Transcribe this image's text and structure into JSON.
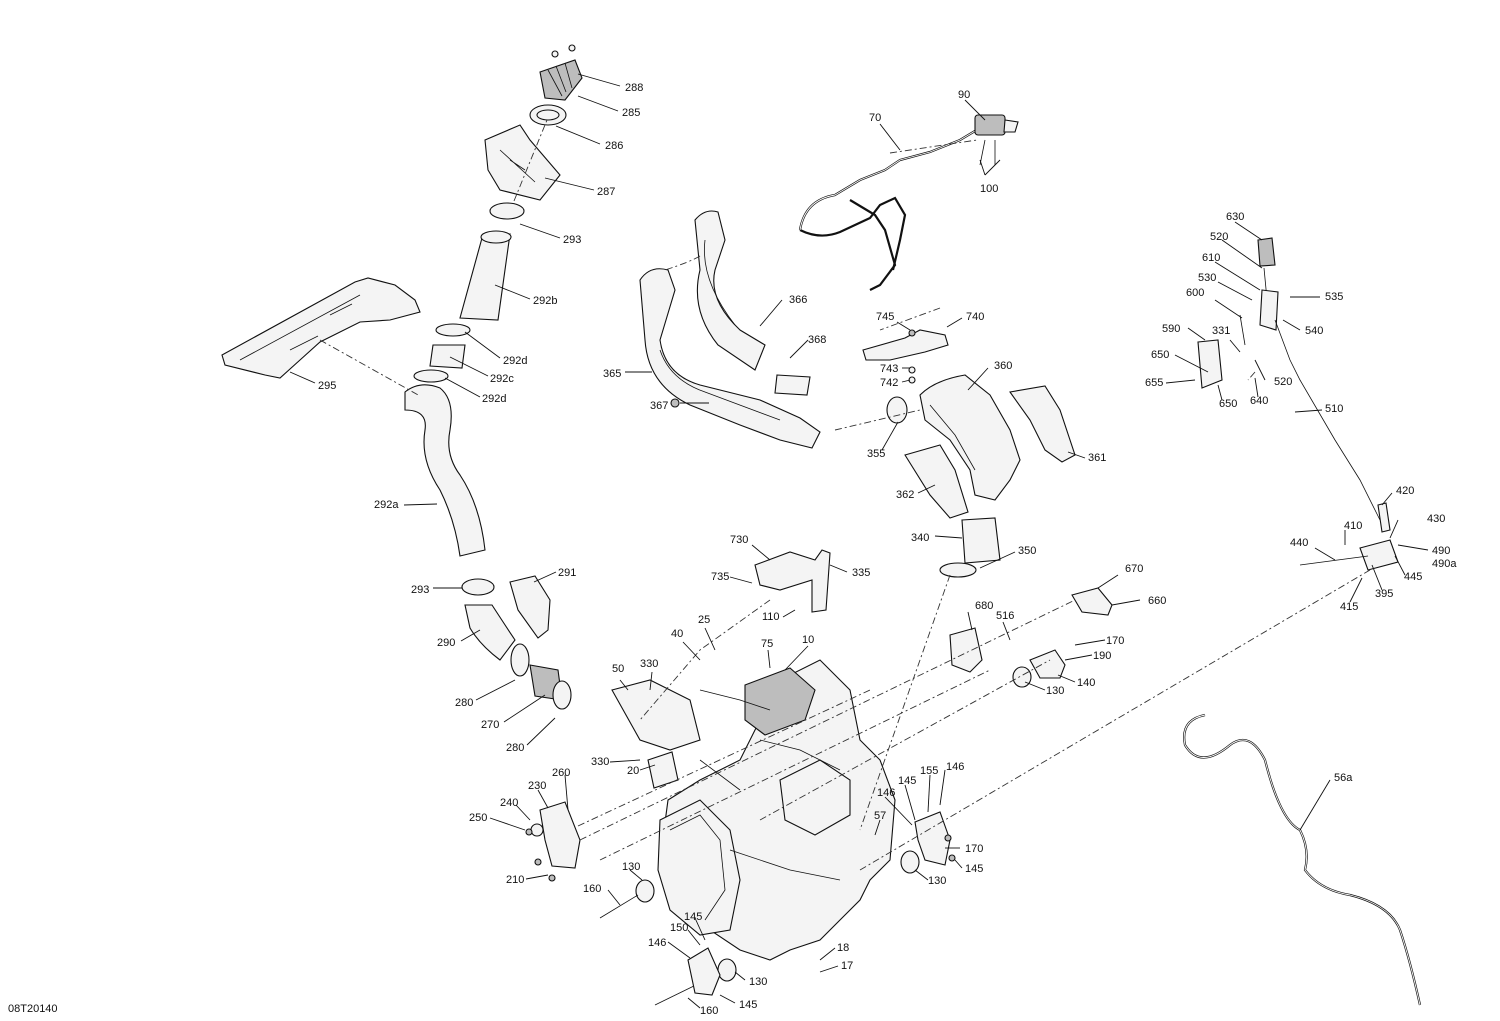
{
  "document_id": "08T20140",
  "callouts": [
    {
      "id": "c288",
      "text": "288"
    },
    {
      "id": "c285",
      "text": "285"
    },
    {
      "id": "c286",
      "text": "286"
    },
    {
      "id": "c287",
      "text": "287"
    },
    {
      "id": "c293a",
      "text": "293"
    },
    {
      "id": "c292b",
      "text": "292b"
    },
    {
      "id": "c292d1",
      "text": "292d"
    },
    {
      "id": "c292c",
      "text": "292c"
    },
    {
      "id": "c292d2",
      "text": "292d"
    },
    {
      "id": "c295",
      "text": "295"
    },
    {
      "id": "c292a",
      "text": "292a"
    },
    {
      "id": "c293b",
      "text": "293"
    },
    {
      "id": "c291",
      "text": "291"
    },
    {
      "id": "c290",
      "text": "290"
    },
    {
      "id": "c280a",
      "text": "280"
    },
    {
      "id": "c270",
      "text": "270"
    },
    {
      "id": "c280b",
      "text": "280"
    },
    {
      "id": "c90",
      "text": "90"
    },
    {
      "id": "c70",
      "text": "70"
    },
    {
      "id": "c100",
      "text": "100"
    },
    {
      "id": "c366",
      "text": "366"
    },
    {
      "id": "c368",
      "text": "368"
    },
    {
      "id": "c365",
      "text": "365"
    },
    {
      "id": "c367",
      "text": "367"
    },
    {
      "id": "c745",
      "text": "745"
    },
    {
      "id": "c740",
      "text": "740"
    },
    {
      "id": "c743",
      "text": "743"
    },
    {
      "id": "c742",
      "text": "742"
    },
    {
      "id": "c360",
      "text": "360"
    },
    {
      "id": "c355",
      "text": "355"
    },
    {
      "id": "c361",
      "text": "361"
    },
    {
      "id": "c362",
      "text": "362"
    },
    {
      "id": "c340",
      "text": "340"
    },
    {
      "id": "c350",
      "text": "350"
    },
    {
      "id": "c630",
      "text": "630"
    },
    {
      "id": "c520a",
      "text": "520"
    },
    {
      "id": "c610",
      "text": "610"
    },
    {
      "id": "c530",
      "text": "530"
    },
    {
      "id": "c535",
      "text": "535"
    },
    {
      "id": "c600",
      "text": "600"
    },
    {
      "id": "c540",
      "text": "540"
    },
    {
      "id": "c590",
      "text": "590"
    },
    {
      "id": "c331",
      "text": "331"
    },
    {
      "id": "c650a",
      "text": "650"
    },
    {
      "id": "c655",
      "text": "655"
    },
    {
      "id": "c520b",
      "text": "520"
    },
    {
      "id": "c650b",
      "text": "650"
    },
    {
      "id": "c640",
      "text": "640"
    },
    {
      "id": "c510",
      "text": "510"
    },
    {
      "id": "c420",
      "text": "420"
    },
    {
      "id": "c410",
      "text": "410"
    },
    {
      "id": "c430",
      "text": "430"
    },
    {
      "id": "c440",
      "text": "440"
    },
    {
      "id": "c490",
      "text": "490"
    },
    {
      "id": "c490a",
      "text": "490a"
    },
    {
      "id": "c445",
      "text": "445"
    },
    {
      "id": "c395",
      "text": "395"
    },
    {
      "id": "c415",
      "text": "415"
    },
    {
      "id": "c730",
      "text": "730"
    },
    {
      "id": "c735",
      "text": "735"
    },
    {
      "id": "c335",
      "text": "335"
    },
    {
      "id": "c110",
      "text": "110"
    },
    {
      "id": "c25",
      "text": "25"
    },
    {
      "id": "c40",
      "text": "40"
    },
    {
      "id": "c75",
      "text": "75"
    },
    {
      "id": "c10",
      "text": "10"
    },
    {
      "id": "c50",
      "text": "50"
    },
    {
      "id": "c330a",
      "text": "330"
    },
    {
      "id": "c330b",
      "text": "330"
    },
    {
      "id": "c20",
      "text": "20"
    },
    {
      "id": "c670",
      "text": "670"
    },
    {
      "id": "c660",
      "text": "660"
    },
    {
      "id": "c680",
      "text": "680"
    },
    {
      "id": "c516",
      "text": "516"
    },
    {
      "id": "c170a",
      "text": "170"
    },
    {
      "id": "c190",
      "text": "190"
    },
    {
      "id": "c140",
      "text": "140"
    },
    {
      "id": "c130a",
      "text": "130"
    },
    {
      "id": "c260",
      "text": "260"
    },
    {
      "id": "c230",
      "text": "230"
    },
    {
      "id": "c240",
      "text": "240"
    },
    {
      "id": "c250",
      "text": "250"
    },
    {
      "id": "c210",
      "text": "210"
    },
    {
      "id": "c145a",
      "text": "145"
    },
    {
      "id": "c155",
      "text": "155"
    },
    {
      "id": "c146a",
      "text": "146"
    },
    {
      "id": "c146b",
      "text": "146"
    },
    {
      "id": "c57",
      "text": "57"
    },
    {
      "id": "c170b",
      "text": "170"
    },
    {
      "id": "c145b",
      "text": "145"
    },
    {
      "id": "c130b",
      "text": "130"
    },
    {
      "id": "c130c",
      "text": "130"
    },
    {
      "id": "c160a",
      "text": "160"
    },
    {
      "id": "c145c",
      "text": "145"
    },
    {
      "id": "c150",
      "text": "150"
    },
    {
      "id": "c146c",
      "text": "146"
    },
    {
      "id": "c18",
      "text": "18"
    },
    {
      "id": "c17",
      "text": "17"
    },
    {
      "id": "c130d",
      "text": "130"
    },
    {
      "id": "c145d",
      "text": "145"
    },
    {
      "id": "c160b",
      "text": "160"
    },
    {
      "id": "c56a",
      "text": "56a"
    }
  ]
}
